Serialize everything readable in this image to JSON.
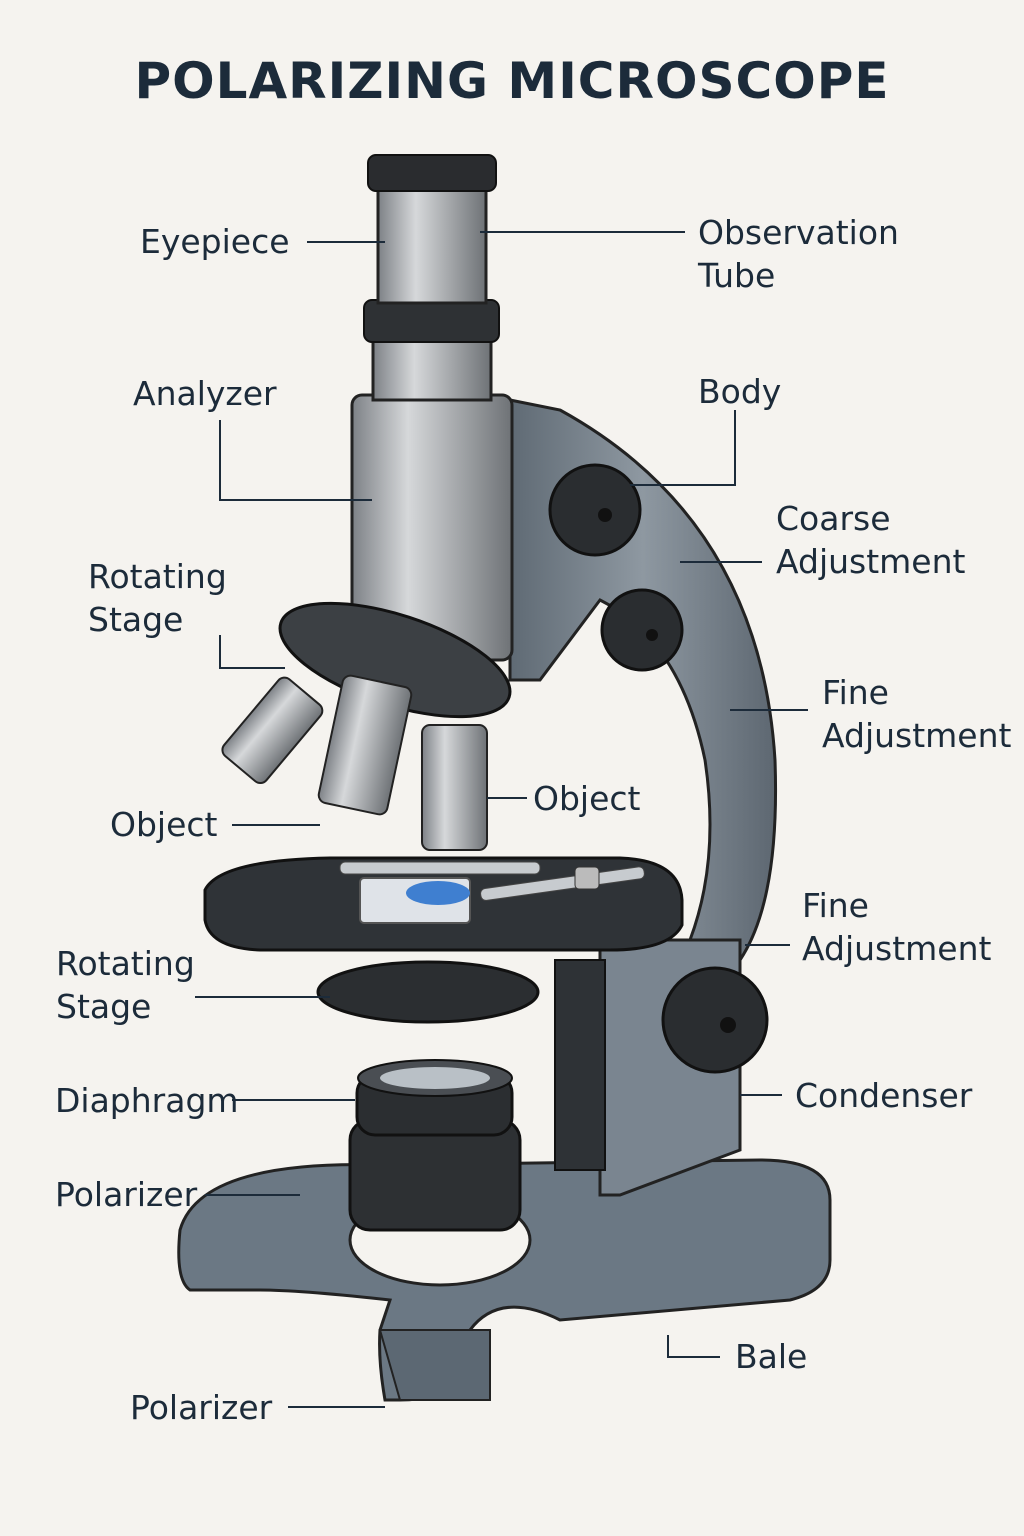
{
  "title": "POLARIZING MICROSCOPE",
  "labels": {
    "eyepiece": "Eyepiece",
    "observation_tube": "Observation\nTube",
    "analyzer": "Analyzer",
    "body": "Body",
    "coarse_adjustment": "Coarse\nAdjustment",
    "rotating_stage_top": "Rotating\nStage",
    "fine_adjustment_top": "Fine\nAdjustment",
    "object_left": "Object",
    "object_right": "Object",
    "fine_adjustment_bottom": "Fine\nAdjustment",
    "rotating_stage_bottom": "Rotating\nStage",
    "diaphragm": "Diaphragm",
    "condenser": "Condenser",
    "polarizer_top": "Polarizer",
    "bale": "Bale",
    "polarizer_bottom": "Polarizer"
  },
  "colors": {
    "text": "#1c2b3a",
    "body": "#6f7b86",
    "tube": "#a9adb1",
    "dark": "#2b2e31",
    "specimen": "#3f7fd0"
  }
}
